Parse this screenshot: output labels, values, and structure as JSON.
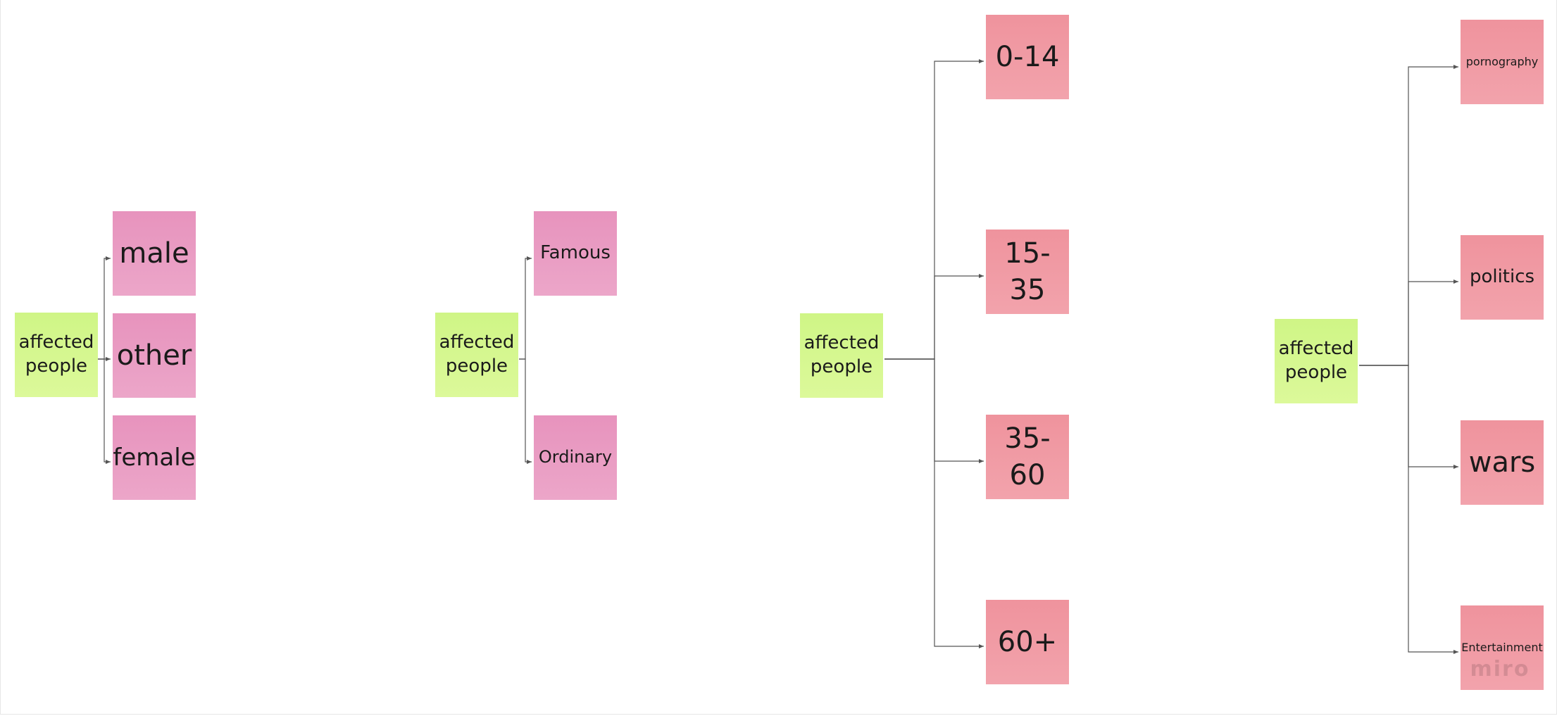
{
  "clusters": [
    {
      "root": "affected\npeople",
      "children": [
        "male",
        "other",
        "female"
      ]
    },
    {
      "root": "affected\npeople",
      "children": [
        "Famous",
        "Ordinary"
      ]
    },
    {
      "root": "affected\npeople",
      "children": [
        "0-14",
        "15-35",
        "35-60",
        "60+"
      ]
    },
    {
      "root": "affected\npeople",
      "children": [
        "pornography",
        "politics",
        "wars",
        "Entertainment"
      ]
    }
  ],
  "colors": {
    "root": "#d6f690",
    "cluster1_child": "#e99bc2",
    "cluster2_child": "#e99bc2",
    "cluster3_child": "#f09aa4",
    "cluster4_child": "#f09aa4",
    "connector": "#555555"
  },
  "watermark": "miro"
}
